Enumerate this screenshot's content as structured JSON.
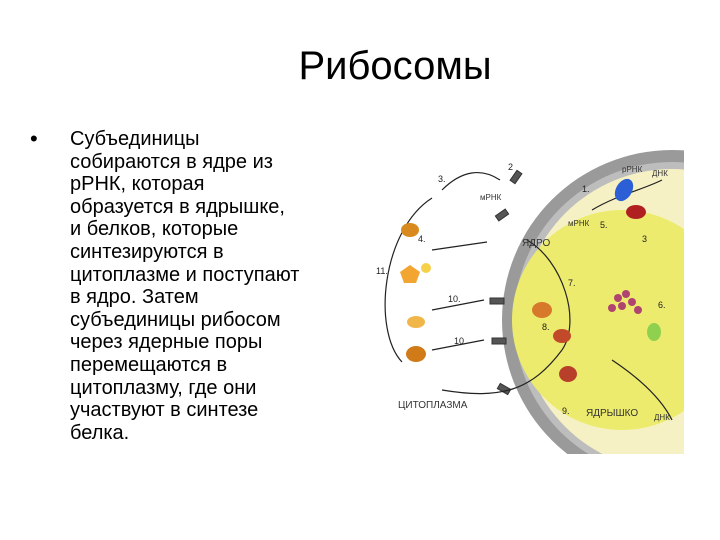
{
  "slide": {
    "title": "Рибосомы",
    "bullet_symbol": "•",
    "bullet_lines": [
      "Субъединицы",
      "собираются в ядре из",
      "рРНК, которая",
      "образуется в ядрышке,",
      "и белков, которые",
      "синтезируются в",
      "цитоплазме и поступают",
      "в ядро. Затем",
      "субъединицы рибосом",
      "через ядерные поры",
      "перемещаются в",
      "цитоплазму, где они",
      "участвуют в синтезе",
      "белка."
    ]
  },
  "figure": {
    "label_nucleus": "ЯДРО",
    "label_cytoplasm": "ЦИТОПЛАЗМА",
    "label_nucleolus": "ЯДРЫШКО",
    "label_dna_top": "ДНК",
    "label_dna_bottom": "ДНК",
    "label_mrna_top": "мРНК",
    "label_mrna_mid": "мРНК",
    "label_rrna": "рРНК",
    "steps": {
      "s1": "1.",
      "s2": "2",
      "s3": "3.",
      "s4": "4.",
      "s5": "5.",
      "s6": "6.",
      "s7": "7.",
      "s8": "8.",
      "s9": "9.",
      "s10a": "10.",
      "s10b": "10.",
      "s11": "11.",
      "s3b": "3"
    }
  }
}
